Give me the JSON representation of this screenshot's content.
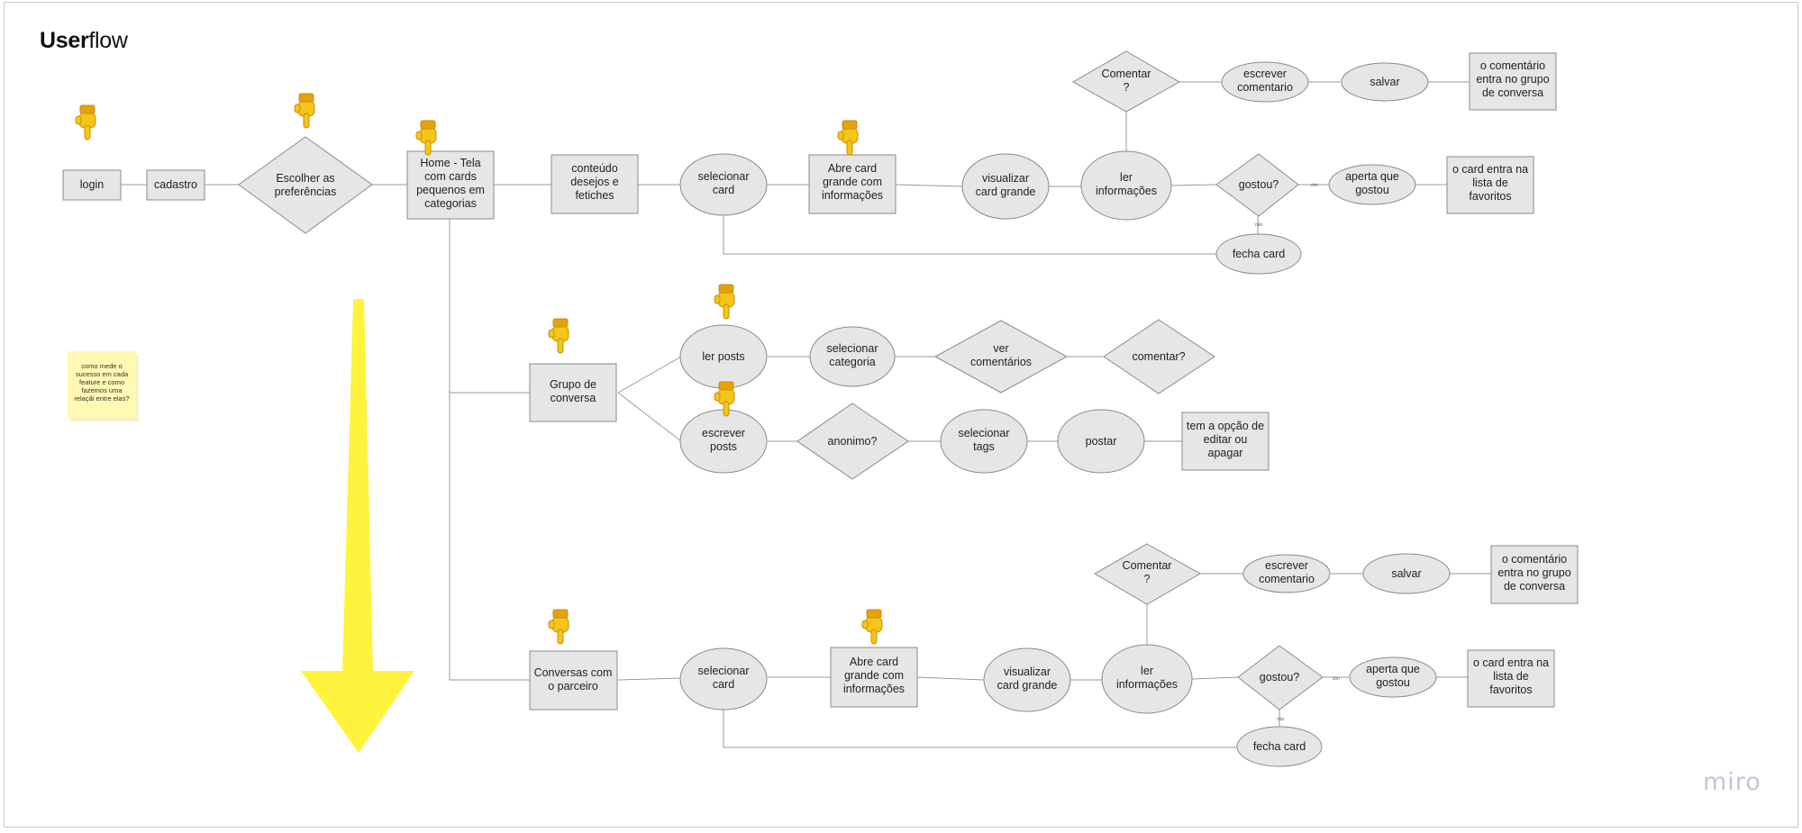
{
  "title": {
    "bold": "User",
    "regular": "flow"
  },
  "brand": {
    "logo_text": "miro"
  },
  "sticky_note": {
    "text": "como mede o sucesso em cada feature e como fazemos uma relaçãi entre elas?",
    "color": "#fff9b1"
  },
  "colors": {
    "node_fill": "#e6e6e6",
    "node_stroke": "#8a8a8a",
    "connector": "#9a9a9a",
    "arrow": "#fff33d",
    "accent_hand": "#f5c518"
  },
  "icons": {
    "pointer": "pointing-down-hand-icon",
    "arrow": "big-down-arrow-icon"
  },
  "nodes": {
    "login": "login",
    "cadastro": "cadastro",
    "preferencias": "Escolher as preferências",
    "home": "Home - Tela com cards pequenos em categorias",
    "conteudo": "conteúdo desejos e fetiches",
    "sel_card_1": "selecionar card",
    "abre_card_1": "Abre card grande com informações",
    "visualizar_1": "visualizar card grande",
    "ler_info_1": "ler informações",
    "comentar_1": "Comentar ?",
    "escrever_com_1": "escrever comentario",
    "salvar_1": "salvar",
    "com_grupo_1": "o comentário entra no grupo de conversa",
    "gostou_1": "gostou?",
    "aperta_1": "aperta que gostou",
    "favoritos_1": "o card entra na lista de favoritos",
    "fecha_1": "fecha card",
    "grupo": "Grupo de conversa",
    "ler_posts": "ler posts",
    "sel_categoria": "selecionar categoria",
    "ver_com": "ver comentários",
    "comentar_q": "comentar?",
    "escrever_posts": "escrever posts",
    "anonimo": "anonimo?",
    "sel_tags": "selecionar tags",
    "postar": "postar",
    "editar": "tem a opção de editar ou apagar",
    "parceiro": "Conversas com o parceiro",
    "sel_card_2": "selecionar card",
    "abre_card_2": "Abre card grande com informações",
    "visualizar_2": "visualizar card grande",
    "ler_info_2": "ler informações",
    "comentar_2": "Comentar ?",
    "escrever_com_2": "escrever comentario",
    "salvar_2": "salvar",
    "com_grupo_2": "o comentário entra no grupo de conversa",
    "gostou_2": "gostou?",
    "aperta_2": "aperta que gostou",
    "favoritos_2": "o card entra na lista de favoritos",
    "fecha_2": "fecha card"
  },
  "connector_labels": {
    "sim_1": "sim",
    "nao_1": "não",
    "sim_2": "sim",
    "nao_2": "não"
  }
}
